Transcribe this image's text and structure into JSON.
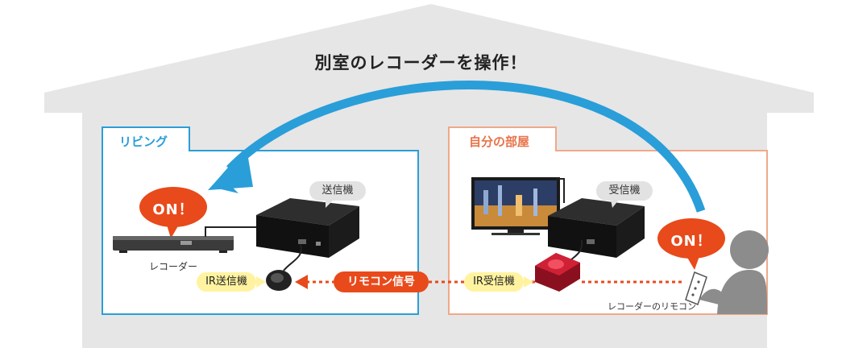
{
  "title": "別室のレコーダーを操作！",
  "rooms": {
    "living": "リビング",
    "mine": "自分の部屋"
  },
  "bubbles": {
    "on_left": "ON！",
    "on_right": "ON！",
    "transmitter": "送信機",
    "receiver": "受信機"
  },
  "labels": {
    "recorder": "レコーダー",
    "ir_transmitter": "IR送信機",
    "remote_signal": "リモコン信号",
    "ir_receiver": "IR受信機",
    "recorder_remote": "レコーダーのリモコン"
  },
  "colors": {
    "house": "#e6e6e6",
    "living_border": "#2a9ed8",
    "mine_border": "#f0a88a",
    "arc": "#2a9ed8",
    "on_bubble": "#e84a1b",
    "signal_line": "#e84a1b"
  }
}
